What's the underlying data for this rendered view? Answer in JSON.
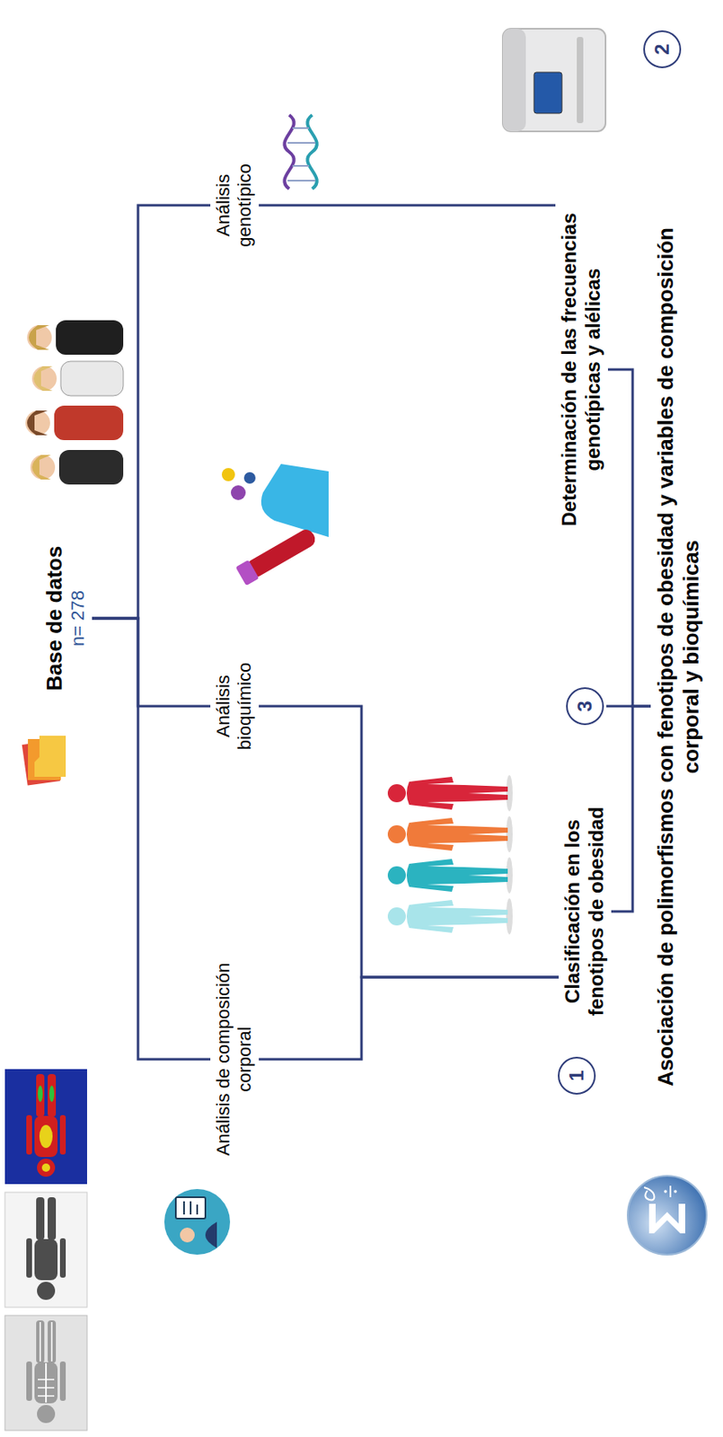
{
  "diagram": {
    "nodes": [
      {
        "text": [
          "Base de datos",
          "n= 278"
        ]
      },
      {
        "text": [
          "Análisis de composición corporal"
        ]
      },
      {
        "text": [
          "Análisis bioquímico"
        ]
      },
      {
        "text": [
          "Análisis genotípico"
        ]
      },
      {
        "text": [
          "1"
        ]
      },
      {
        "text": [
          "Clasificación en los fenotipos de obesidad"
        ]
      },
      {
        "text": [
          "2"
        ]
      },
      {
        "text": [
          "Determinación de las frecuencias genotípicas y alélicas"
        ]
      },
      {
        "text": [
          "3"
        ]
      },
      {
        "text": [
          "Asociación de polimorfismos con fenotipos de obesidad y variables de composición corporal y bioquímicas"
        ]
      }
    ],
    "edges": [
      {
        "from": 0,
        "to": 1,
        "arrow": "none"
      },
      {
        "from": 0,
        "to": 2,
        "arrow": "none"
      },
      {
        "from": 0,
        "to": 3,
        "arrow": "none"
      },
      {
        "from": 1,
        "to": 5,
        "arrow": "none"
      },
      {
        "from": 2,
        "to": 5,
        "arrow": "none"
      },
      {
        "from": 3,
        "to": 7,
        "arrow": "none"
      },
      {
        "from": 5,
        "to": 9,
        "arrow": "none"
      },
      {
        "from": 7,
        "to": 9,
        "arrow": "none"
      }
    ]
  }
}
